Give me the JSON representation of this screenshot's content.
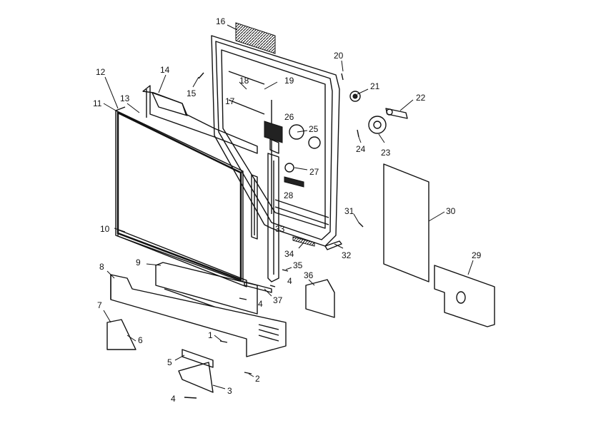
{
  "callouts": [
    {
      "id": "c1",
      "text": "1"
    },
    {
      "id": "c2",
      "text": "2"
    },
    {
      "id": "c3",
      "text": "3"
    },
    {
      "id": "c4a",
      "text": "4"
    },
    {
      "id": "c4b",
      "text": "4"
    },
    {
      "id": "c4c",
      "text": "4"
    },
    {
      "id": "c5",
      "text": "5"
    },
    {
      "id": "c6",
      "text": "6"
    },
    {
      "id": "c7",
      "text": "7"
    },
    {
      "id": "c8",
      "text": "8"
    },
    {
      "id": "c9",
      "text": "9"
    },
    {
      "id": "c10",
      "text": "10"
    },
    {
      "id": "c11",
      "text": "11"
    },
    {
      "id": "c12",
      "text": "12"
    },
    {
      "id": "c13",
      "text": "13"
    },
    {
      "id": "c14",
      "text": "14"
    },
    {
      "id": "c15",
      "text": "15"
    },
    {
      "id": "c16",
      "text": "16"
    },
    {
      "id": "c17",
      "text": "17"
    },
    {
      "id": "c18",
      "text": "18"
    },
    {
      "id": "c19",
      "text": "19"
    },
    {
      "id": "c20",
      "text": "20"
    },
    {
      "id": "c21",
      "text": "21"
    },
    {
      "id": "c22",
      "text": "22"
    },
    {
      "id": "c23",
      "text": "23"
    },
    {
      "id": "c24",
      "text": "24"
    },
    {
      "id": "c25",
      "text": "25"
    },
    {
      "id": "c26",
      "text": "26"
    },
    {
      "id": "c27",
      "text": "27"
    },
    {
      "id": "c28",
      "text": "28"
    },
    {
      "id": "c29",
      "text": "29"
    },
    {
      "id": "c30",
      "text": "30"
    },
    {
      "id": "c31",
      "text": "31"
    },
    {
      "id": "c32",
      "text": "32"
    },
    {
      "id": "c33",
      "text": "33"
    },
    {
      "id": "c34",
      "text": "34"
    },
    {
      "id": "c35",
      "text": "35"
    },
    {
      "id": "c36",
      "text": "36"
    },
    {
      "id": "c37",
      "text": "37"
    }
  ]
}
